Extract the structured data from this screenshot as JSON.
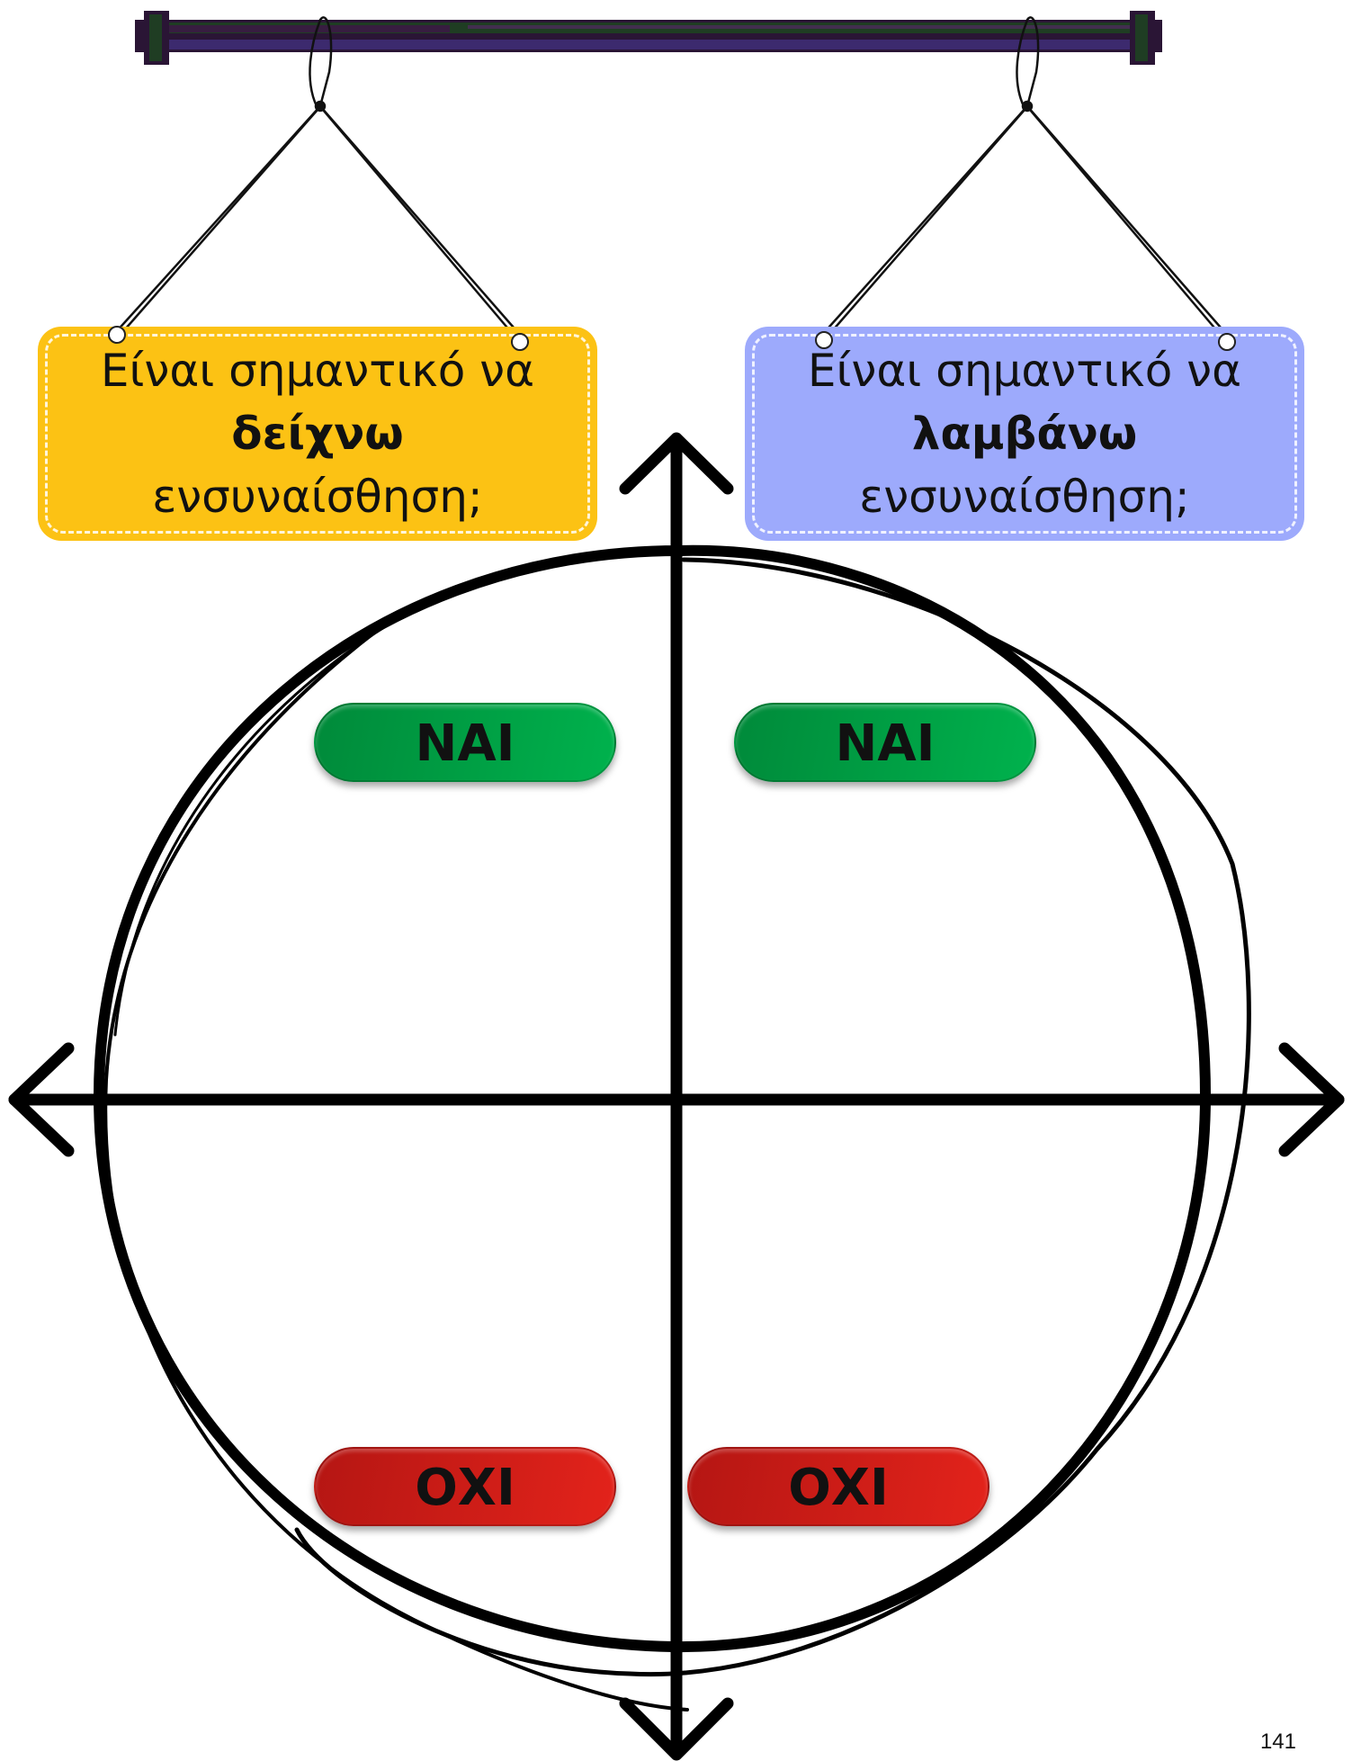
{
  "signs": {
    "left": {
      "line1": "Είναι σημαντικό να",
      "emphasis": "δείχνω",
      "line3": "ενσυναίσθηση;",
      "color": "#fcc214"
    },
    "right": {
      "line1": "Είναι σημαντικό να",
      "emphasis": "λαμβάνω",
      "line3": "ενσυναίσθηση;",
      "color": "#9daafc"
    }
  },
  "quadrants": {
    "top_left": "ΝΑΙ",
    "top_right": "ΝΑΙ",
    "bottom_left": "ΟΧΙ",
    "bottom_right": "ΟΧΙ"
  },
  "colors": {
    "yes": "#00a045",
    "no": "#d21e17",
    "rod_dark": "#2a1535",
    "rod_green": "#1f3d23",
    "rod_purple": "#3c2a6e"
  },
  "page_number": "141"
}
